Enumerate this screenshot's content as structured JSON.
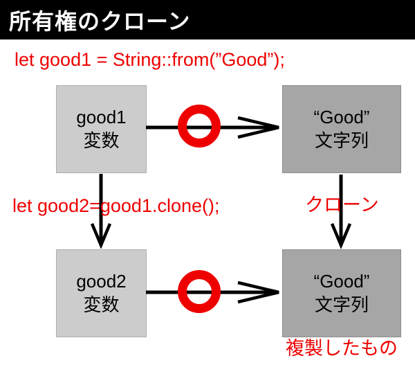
{
  "title": "所有権のクローン",
  "code": {
    "line1": "let good1 = String::from(”Good”);",
    "line2": "let good2=good1.clone();"
  },
  "annotations": {
    "clone_arrow_label": "クローン",
    "copy_note": "複製したもの"
  },
  "boxes": {
    "good1": {
      "line1": "good1",
      "line2": "変数"
    },
    "string1": {
      "line1": "“Good”",
      "line2": "文字列"
    },
    "good2": {
      "line1": "good2",
      "line2": "変数"
    },
    "string2": {
      "line1": "“Good”",
      "line2": "文字列"
    }
  },
  "icons": {
    "red_ring": "ok-circle",
    "arrow_style": "open-arrowhead"
  },
  "colors": {
    "accent_red": "#ee0000",
    "box_light": "#cccccc",
    "box_dark": "#a6a6a6",
    "title_bg": "#000000",
    "title_fg": "#ffffff",
    "arrow_black": "#000000"
  }
}
